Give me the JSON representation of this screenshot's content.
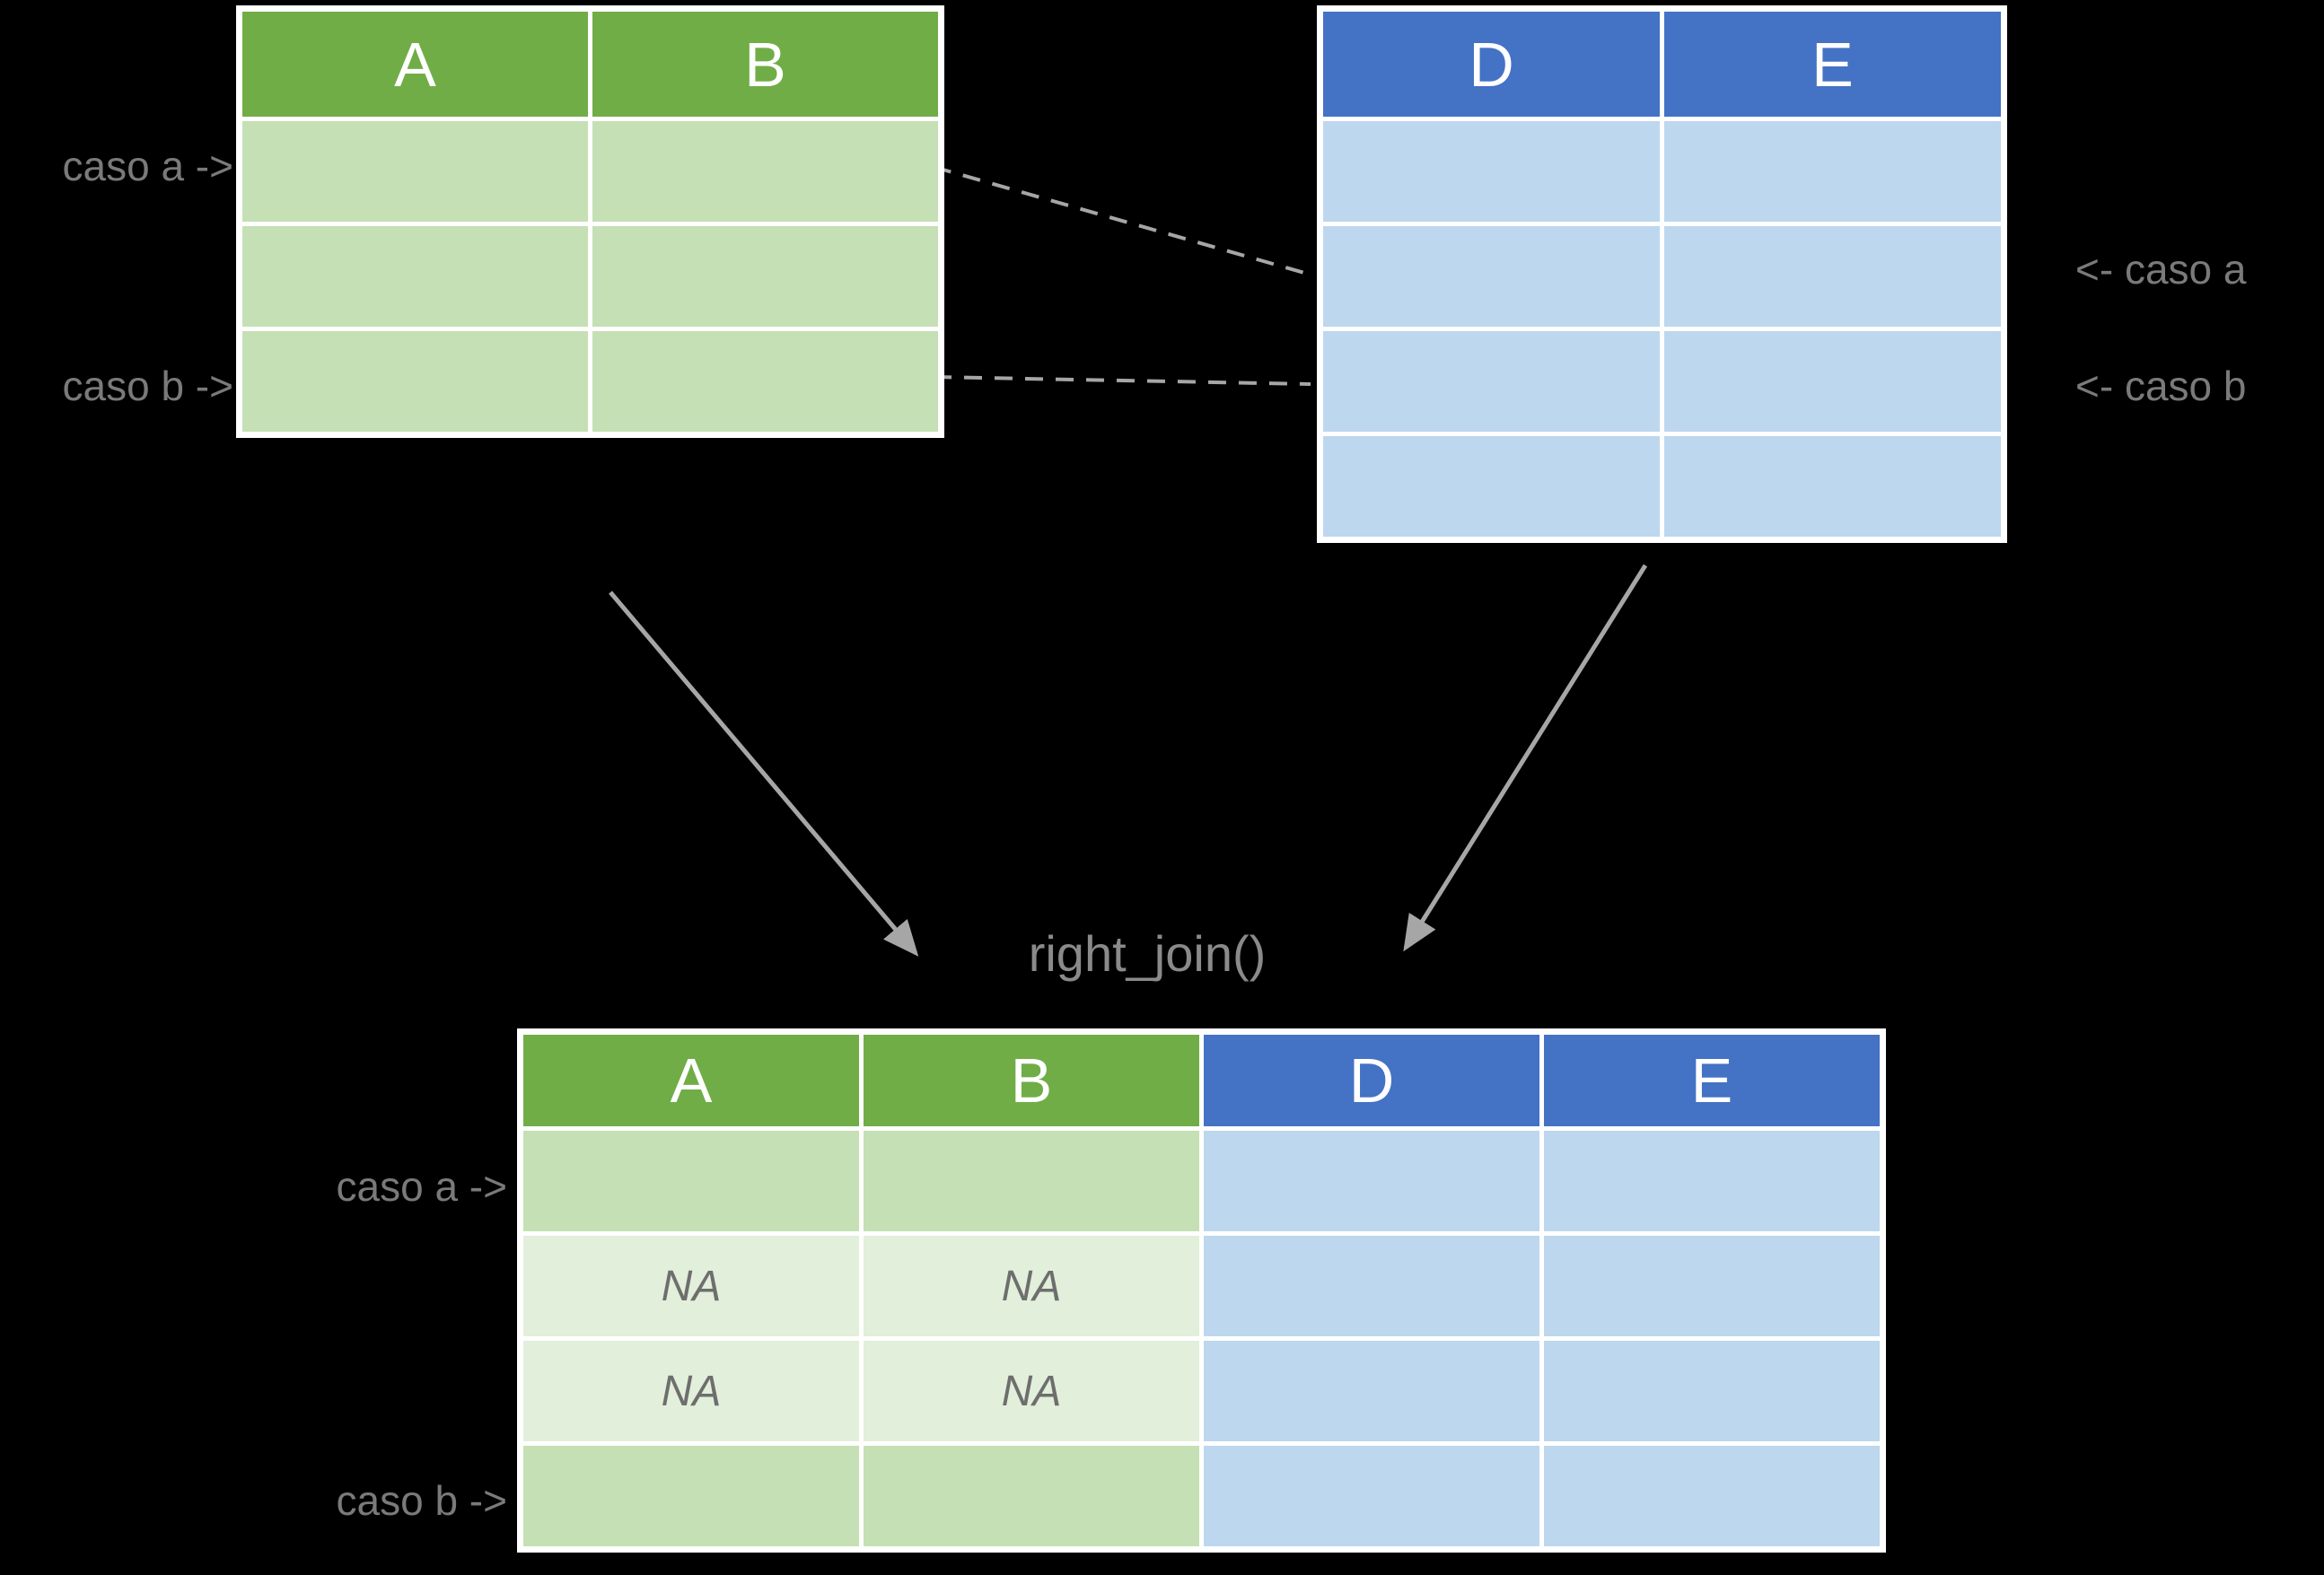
{
  "diagram": {
    "function_label": "right_join()",
    "colors": {
      "background": "#000000",
      "green_header": "#70AD47",
      "green_cell": "#C5E0B4",
      "green_cell_light": "#E2EFDA",
      "blue_header": "#4472C4",
      "blue_cell": "#BDD7EE",
      "table_border": "#FFFFFF",
      "label_text": "#7A7A7A",
      "na_text": "#6E6E6E",
      "join_label_text": "#8A8A8A",
      "connector": "#A6A6A6"
    }
  },
  "table_x": {
    "headers": [
      "A",
      "B"
    ],
    "row_count": 3,
    "row_labels": [
      {
        "row": 1,
        "label": "caso a ->"
      },
      {
        "row": 3,
        "label": "caso b ->"
      }
    ]
  },
  "table_y": {
    "headers": [
      "D",
      "E"
    ],
    "row_count": 4,
    "row_labels": [
      {
        "row": 2,
        "label": "<- caso a"
      },
      {
        "row": 3,
        "label": "<- caso b"
      }
    ]
  },
  "result_table": {
    "headers": [
      "A",
      "B",
      "D",
      "E"
    ],
    "rows": [
      {
        "cells": [
          "",
          "",
          "",
          ""
        ]
      },
      {
        "cells": [
          "NA",
          "NA",
          "",
          ""
        ]
      },
      {
        "cells": [
          "NA",
          "NA",
          "",
          ""
        ]
      },
      {
        "cells": [
          "",
          "",
          "",
          ""
        ]
      }
    ],
    "row_labels": [
      {
        "row": 1,
        "label": "caso a ->"
      },
      {
        "row": 4,
        "label": "caso b ->"
      }
    ]
  }
}
